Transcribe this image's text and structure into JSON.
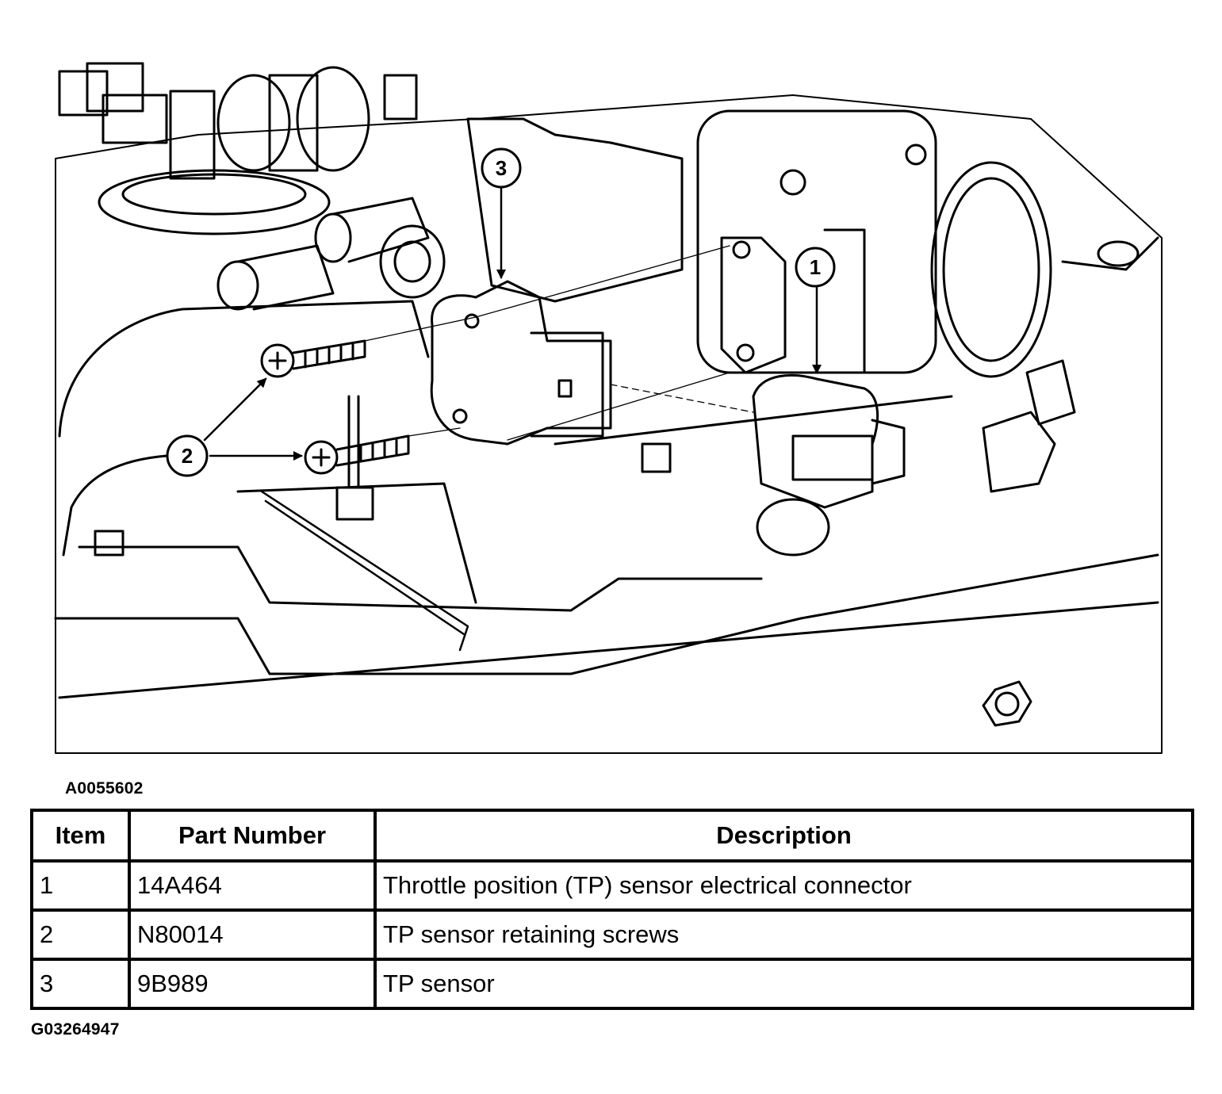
{
  "figure_ids": {
    "illustration": "A0055602",
    "page": "G03264947"
  },
  "callouts": [
    {
      "id": "callout-1",
      "number": "1"
    },
    {
      "id": "callout-2",
      "number": "2"
    },
    {
      "id": "callout-3",
      "number": "3"
    }
  ],
  "parts_table": {
    "headers": [
      "Item",
      "Part Number",
      "Description"
    ],
    "rows": [
      {
        "item": "1",
        "part_number": "14A464",
        "description": "Throttle position (TP) sensor electrical connector"
      },
      {
        "item": "2",
        "part_number": "N80014",
        "description": "TP sensor retaining screws"
      },
      {
        "item": "3",
        "part_number": "9B989",
        "description": "TP sensor"
      }
    ]
  }
}
